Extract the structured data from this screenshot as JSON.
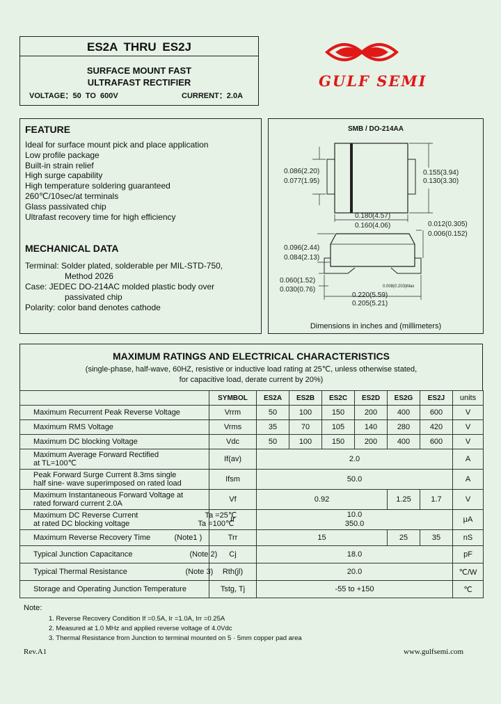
{
  "header": {
    "part_range": "ES2A THRU ES2J",
    "subtitle_line1": "SURFACE MOUNT FAST",
    "subtitle_line2": "ULTRAFAST RECTIFIER",
    "voltage": "VOLTAGE：50 TO 600V",
    "current": "CURRENT：2.0A"
  },
  "logo": {
    "brand": "GULF SEMI",
    "color": "#e01818"
  },
  "feature": {
    "heading": "FEATURE",
    "items": [
      "Ideal for surface mount pick and place application",
      "Low profile package",
      "Built-in strain relief",
      "High surge capability",
      "High temperature soldering guaranteed",
      "260℃/10sec/at terminals",
      "Glass passivated chip",
      "Ultrafast recovery time for high efficiency"
    ]
  },
  "mechanical": {
    "heading": "MECHANICAL DATA",
    "lines": [
      "Terminal:  Solder plated, solderable per MIL-STD-750,",
      "Method 2026",
      "Case:  JEDEC DO-214AC molded plastic body over",
      "passivated chip",
      "Polarity:  color band denotes cathode"
    ]
  },
  "package": {
    "title": "SMB / DO-214AA",
    "dims": {
      "left_width_max": "0.086(2.20)",
      "left_width_min": "0.077(1.95)",
      "right_height_max": "0.155(3.94)",
      "right_height_min": "0.130(3.30)",
      "body_len_max": "0.180(4.57)",
      "body_len_min": "0.160(4.06)",
      "lead_thick_max": "0.012(0.305)",
      "lead_thick_min": "0.006(0.152)",
      "height_max": "0.096(2.44)",
      "height_min": "0.084(2.13)",
      "lead_len_max": "0.060(1.52)",
      "lead_len_min": "0.030(0.76)",
      "standoff": "0.008(0.203)Max",
      "overall_max": "0.220(5.59)",
      "overall_min": "0.205(5.21)"
    },
    "caption": "Dimensions in inches and (millimeters)"
  },
  "ratings": {
    "heading": "MAXIMUM RATINGS AND ELECTRICAL CHARACTERISTICS",
    "sub1": "(single-phase, half-wave, 60HZ, resistive or inductive load rating at 25℃, unless otherwise stated,",
    "sub2": "for capacitive load, derate current by 20%)",
    "columns": [
      "SYMBOL",
      "ES2A",
      "ES2B",
      "ES2C",
      "ES2D",
      "ES2G",
      "ES2J",
      "units"
    ],
    "rows": {
      "vrrm": {
        "p": "Maximum Recurrent Peak Reverse Voltage",
        "s": "Vrrm",
        "v": [
          "50",
          "100",
          "150",
          "200",
          "400",
          "600"
        ],
        "u": "V"
      },
      "vrms": {
        "p": "Maximum RMS Voltage",
        "s": "Vrms",
        "v": [
          "35",
          "70",
          "105",
          "140",
          "280",
          "420"
        ],
        "u": "V"
      },
      "vdc": {
        "p": "Maximum DC blocking Voltage",
        "s": "Vdc",
        "v": [
          "50",
          "100",
          "150",
          "200",
          "400",
          "600"
        ],
        "u": "V"
      },
      "ifav": {
        "p1": "Maximum Average Forward Rectified",
        "p2": "at TL=100℃",
        "s": "If(av)",
        "v": "2.0",
        "u": "A"
      },
      "ifsm": {
        "p1": "Peak Forward Surge Current 8.3ms single",
        "p2": "half sine- wave superimposed on rated load",
        "s": "Ifsm",
        "v": "50.0",
        "u": "A"
      },
      "vf": {
        "p1": "Maximum Instantaneous Forward Voltage at",
        "p2": "rated forward current  2.0A",
        "s": "Vf",
        "v1": "0.92",
        "v2": "1.25",
        "v3": "1.7",
        "u": "V"
      },
      "ir": {
        "p1": "Maximum DC Reverse Current",
        "p1b": "Ta =25℃",
        "p2": "at rated DC blocking voltage",
        "p2b": "Ta =100℃",
        "s": "Ir",
        "v1": "10.0",
        "v2": "350.0",
        "u": "μA"
      },
      "trr": {
        "p": "Maximum Reverse Recovery Time",
        "n": "(Note1 )",
        "s": "Trr",
        "v1": "15",
        "v2": "25",
        "v3": "35",
        "u": "nS"
      },
      "cj": {
        "p": "Typical Junction Capacitance",
        "n": "(Note 2)",
        "s": "Cj",
        "v": "18.0",
        "u": "pF"
      },
      "rth": {
        "p": "Typical Thermal Resistance",
        "n": "(Note 3)",
        "s": "Rth(jl)",
        "v": "20.0",
        "u": "℃/W"
      },
      "tstg": {
        "p": "Storage and Operating Junction Temperature",
        "s": "Tstg, Tj",
        "v": "-55 to +150",
        "u": "℃"
      }
    }
  },
  "notes": {
    "label": "Note:",
    "n1": "1. Reverse Recovery Condition If =0.5A, Ir =1.0A, Irr =0.25A",
    "n2": "2. Measured at 1.0 MHz and applied reverse voltage of 4.0Vdc",
    "n3": "3. Thermal Resistance from Junction to terminal mounted on 5 · 5mm copper pad area"
  },
  "footer": {
    "rev": "Rev.A1",
    "url": "www.gulfsemi.com"
  }
}
